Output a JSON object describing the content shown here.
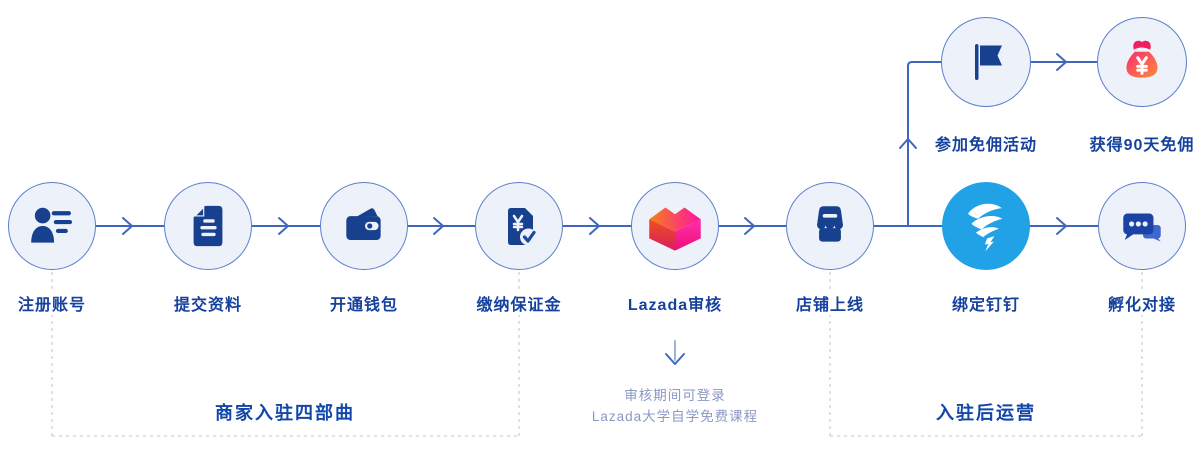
{
  "palette": {
    "line_blue": "#3E66BE",
    "circle_border": "#5B80CC",
    "circle_fill": "#EDF1F9",
    "icon_navy": "#17418F",
    "label_navy": "#16429E",
    "section_title_blue": "#1246A8",
    "muted_note_blue": "#8B98C4",
    "dashed_gray": "#C9D0DC",
    "dingtalk_blue": "#22A2E6",
    "lazada_orange": "#F6801C",
    "lazada_magenta": "#FF13A0",
    "moneybag_pink": "#FB2E71",
    "moneybag_orange": "#FC8A3A"
  },
  "flow": {
    "main_steps": [
      {
        "label": "注册账号",
        "icon": "user-icon"
      },
      {
        "label": "提交资料",
        "icon": "document-icon"
      },
      {
        "label": "开通钱包",
        "icon": "wallet-icon"
      },
      {
        "label": "缴纳保证金",
        "icon": "receipt-icon"
      },
      {
        "label": "Lazada审核",
        "icon": "lazada-logo-icon"
      },
      {
        "label": "店铺上线",
        "icon": "storefront-icon"
      },
      {
        "label": "绑定钉钉",
        "icon": "dingtalk-icon"
      },
      {
        "label": "孵化对接",
        "icon": "chat-icon"
      }
    ],
    "bonus_steps": [
      {
        "label": "参加免佣活动",
        "icon": "flag-icon"
      },
      {
        "label": "获得90天免佣",
        "icon": "moneybag-icon"
      }
    ],
    "sections": [
      {
        "label": "商家入驻四部曲"
      },
      {
        "label": "入驻后运营"
      }
    ],
    "review_note": {
      "line1": "审核期间可登录",
      "line2": "Lazada大学自学免费课程"
    }
  }
}
